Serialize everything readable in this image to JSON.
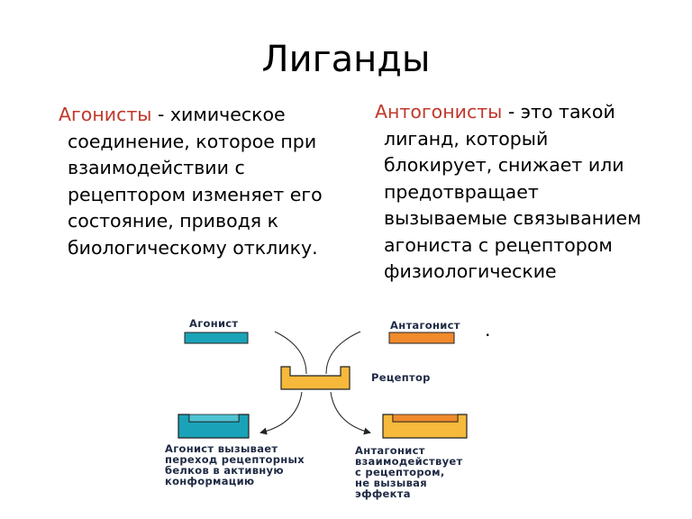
{
  "title": "Лиганды",
  "agonists": {
    "term": "Агонисты",
    "definition": " - химическое соединение, которое при взаимодействии с рецептором изменяет его состояние, приводя к биологическому отклику."
  },
  "antagonists": {
    "term": "Антогонисты",
    "definition": " - это такой лиганд, который блокирует, снижает или предотвращает вызываемые связыванием агониста с рецептором физиологические",
    "tail": "."
  },
  "diagram": {
    "agonist_label": "Агонист",
    "antagonist_label": "Антагонист",
    "receptor_label": "Рецептор",
    "agonist_caption": [
      "Агонист вызывает",
      "переход рецепторных",
      "белков в активную",
      "конформацию"
    ],
    "antagonist_caption": [
      "Антагонист",
      "взаимодействует",
      "с рецептором,",
      "не вызывая",
      "эффекта"
    ],
    "colors": {
      "agonist": "#1aa3b8",
      "antagonist": "#f08a2c",
      "receptor": "#f6b93b",
      "outline": "#222222",
      "text": "#1f2a44",
      "term": "#c0392b"
    }
  }
}
